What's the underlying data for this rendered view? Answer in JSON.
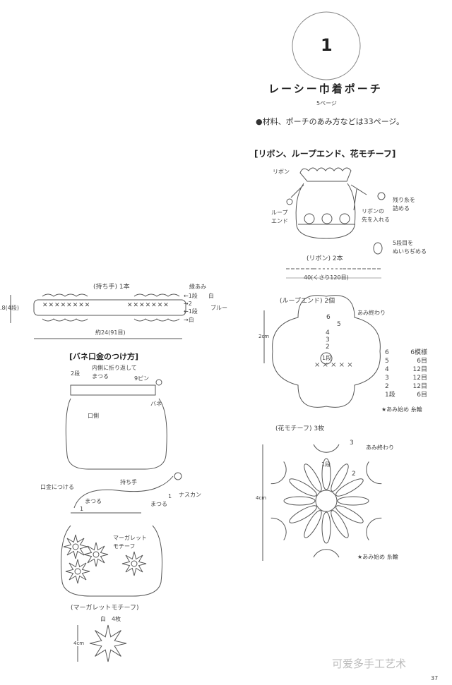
{
  "header": {
    "pattern_number": "1",
    "title": "レーシー巾着ポーチ",
    "photo_page": "5ページ",
    "note": "●材料、ポーチのあみ方などは33ページ。"
  },
  "drawstring_section": {
    "heading": "[リボン、ループエンド、花モチーフ]",
    "labels": {
      "ribbon": "リボン",
      "loop_end_1": "ループ",
      "loop_end_2": "エンド",
      "leftover_1": "残り糸を",
      "leftover_2": "詰める",
      "insert_1": "リボンの",
      "insert_2": "先を入れる",
      "gather_1": "5段目を",
      "gather_2": "ぬいちぢめる"
    },
    "ribbon": {
      "title": "(リボン) 2本",
      "length": "40(くさり120目)"
    },
    "loop_end": {
      "title": "(ループエンド) 2個",
      "size": "2cm",
      "end_label": "あみ終わり",
      "round_labels": [
        "6",
        "5",
        "4",
        "3",
        "2",
        "1段"
      ],
      "rows": [
        {
          "round": "6",
          "count": "6模様"
        },
        {
          "round": "5",
          "count": "6目"
        },
        {
          "round": "4",
          "count": "12目"
        },
        {
          "round": "3",
          "count": "12目"
        },
        {
          "round": "2",
          "count": "12目"
        },
        {
          "round": "1段",
          "count": "6目"
        }
      ],
      "start_label": "★あみ始め 糸輪"
    },
    "flower_motif": {
      "title": "(花モチーフ) 3枚",
      "size": "4cm",
      "end_label": "あみ終わり",
      "round_labels": [
        "3",
        "2",
        "1段"
      ],
      "start_label": "★あみ始め 糸輪"
    }
  },
  "handle_section": {
    "title": "(持ち手) 1本",
    "height": ".8(4段)",
    "edge_label": "縁あみ",
    "row_labels": [
      "←1段",
      "→2",
      "←1段",
      "→白"
    ],
    "color_white": "白",
    "color_blue": "ブルー",
    "length": "約24(91目)"
  },
  "frame_section": {
    "heading": "[バネ口金のつけ方]",
    "labels": {
      "fold_1": "内側に折り返して",
      "fold_2": "まつる",
      "rows": "2段",
      "pin": "9ピン",
      "spring": "バネ",
      "mouth": "口側"
    }
  },
  "bag_section": {
    "labels": {
      "attach": "口金につける",
      "handle": "持ち手",
      "clasp": "ナスカン",
      "sew_left": "まつる",
      "sew_right": "まつる",
      "one_left": "1",
      "one_right": "1",
      "margaret_1": "マーガレット",
      "margaret_2": "モチーフ"
    },
    "margaret_motif": {
      "title": "(マーガレットモチーフ)",
      "color_count": "白　4枚",
      "size": "4cm"
    }
  },
  "footer": {
    "watermark": "可爱多手工艺术",
    "page_number": "37"
  }
}
